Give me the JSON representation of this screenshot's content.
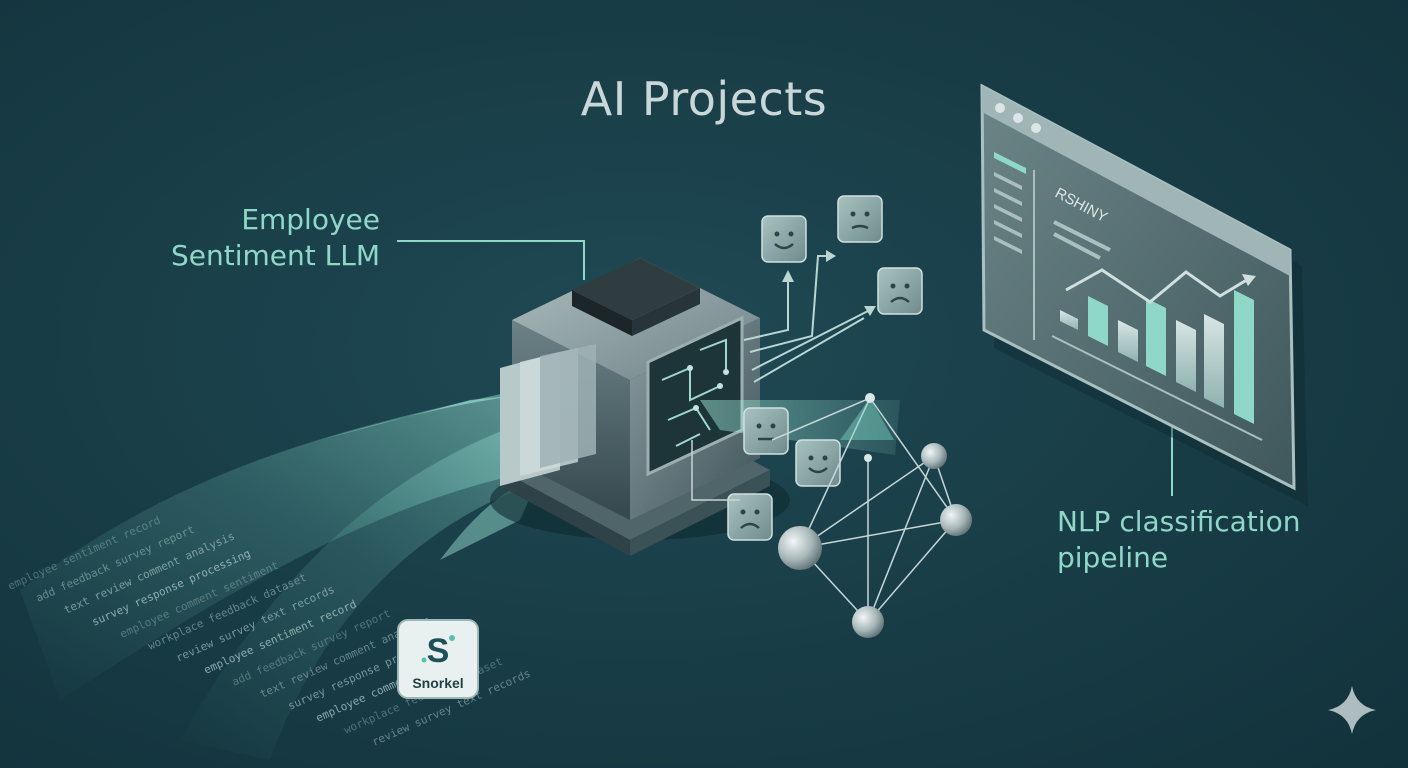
{
  "title": "AI Projects",
  "labels": {
    "left": [
      "Employee",
      "Sentiment LLM"
    ],
    "right": [
      "NLP classification",
      "pipeline"
    ]
  },
  "dashboard": {
    "title": "RSHINY"
  },
  "badge": {
    "name": "Snorkel",
    "letter": "S"
  },
  "stream_lines": [
    "employee sentiment record",
    "add feedback survey report",
    "text review comment analysis",
    "survey response processing",
    "employee comment sentiment",
    "workplace feedback dataset",
    "review survey text records"
  ],
  "colors": {
    "background": "#183c46",
    "accent": "#8fd8c8",
    "title": "#c9d7d8"
  },
  "icons": [
    "sparkle-icon",
    "happy-face-icon",
    "sad-face-icon",
    "neutral-face-icon"
  ]
}
